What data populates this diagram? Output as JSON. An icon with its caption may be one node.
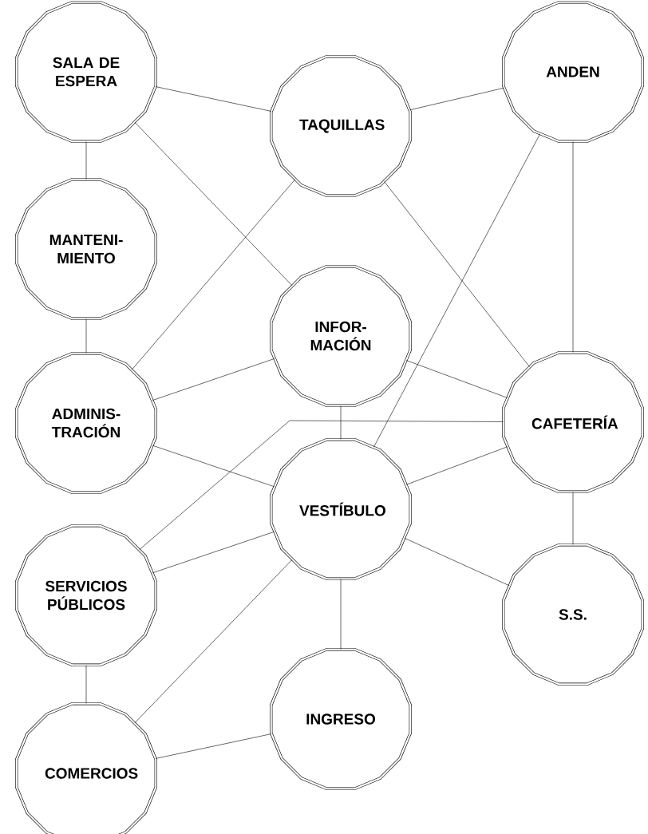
{
  "diagram": {
    "nodes": [
      {
        "text": [
          "SALA DE ESPERA"
        ]
      },
      {
        "text": [
          "ANDEN"
        ]
      },
      {
        "text": [
          "TAQUILLAS"
        ]
      },
      {
        "text": [
          "MANTENI- MIENTO"
        ]
      },
      {
        "text": [
          "INFOR- MACIÓN"
        ]
      },
      {
        "text": [
          "ADMINIS- TRACIÓN"
        ]
      },
      {
        "text": [
          "CAFETERÍA"
        ]
      },
      {
        "text": [
          "VESTÍBULO"
        ]
      },
      {
        "text": [
          "SERVICIOS PÚBLICOS"
        ]
      },
      {
        "text": [
          "S.S."
        ]
      },
      {
        "text": [
          "INGRESO"
        ]
      },
      {
        "text": [
          "COMERCIOS"
        ]
      }
    ],
    "edges": [
      {
        "from": 0,
        "to": 2,
        "arrow": "none"
      },
      {
        "from": 2,
        "to": 1,
        "arrow": "none"
      },
      {
        "from": 0,
        "to": 3,
        "arrow": "none"
      },
      {
        "from": 0,
        "to": 4,
        "arrow": "none"
      },
      {
        "from": 2,
        "to": 5,
        "arrow": "none"
      },
      {
        "from": 2,
        "to": 6,
        "arrow": "none"
      },
      {
        "from": 1,
        "to": 6,
        "arrow": "none"
      },
      {
        "from": 1,
        "to": 7,
        "arrow": "none"
      },
      {
        "from": 3,
        "to": 5,
        "arrow": "none"
      },
      {
        "from": 5,
        "to": 4,
        "arrow": "none"
      },
      {
        "from": 4,
        "to": 6,
        "arrow": "none"
      },
      {
        "from": 4,
        "to": 7,
        "arrow": "none"
      },
      {
        "from": 5,
        "to": 7,
        "arrow": "none"
      },
      {
        "from": 8,
        "to": 6,
        "arrow": "none"
      },
      {
        "from": 8,
        "to": 7,
        "arrow": "none"
      },
      {
        "from": 7,
        "to": 6,
        "arrow": "none"
      },
      {
        "from": 7,
        "to": 9,
        "arrow": "none"
      },
      {
        "from": 6,
        "to": 9,
        "arrow": "none"
      },
      {
        "from": 7,
        "to": 11,
        "arrow": "none"
      },
      {
        "from": 7,
        "to": 10,
        "arrow": "none"
      },
      {
        "from": 8,
        "to": 11,
        "arrow": "none"
      },
      {
        "from": 11,
        "to": 10,
        "arrow": "none"
      }
    ]
  }
}
